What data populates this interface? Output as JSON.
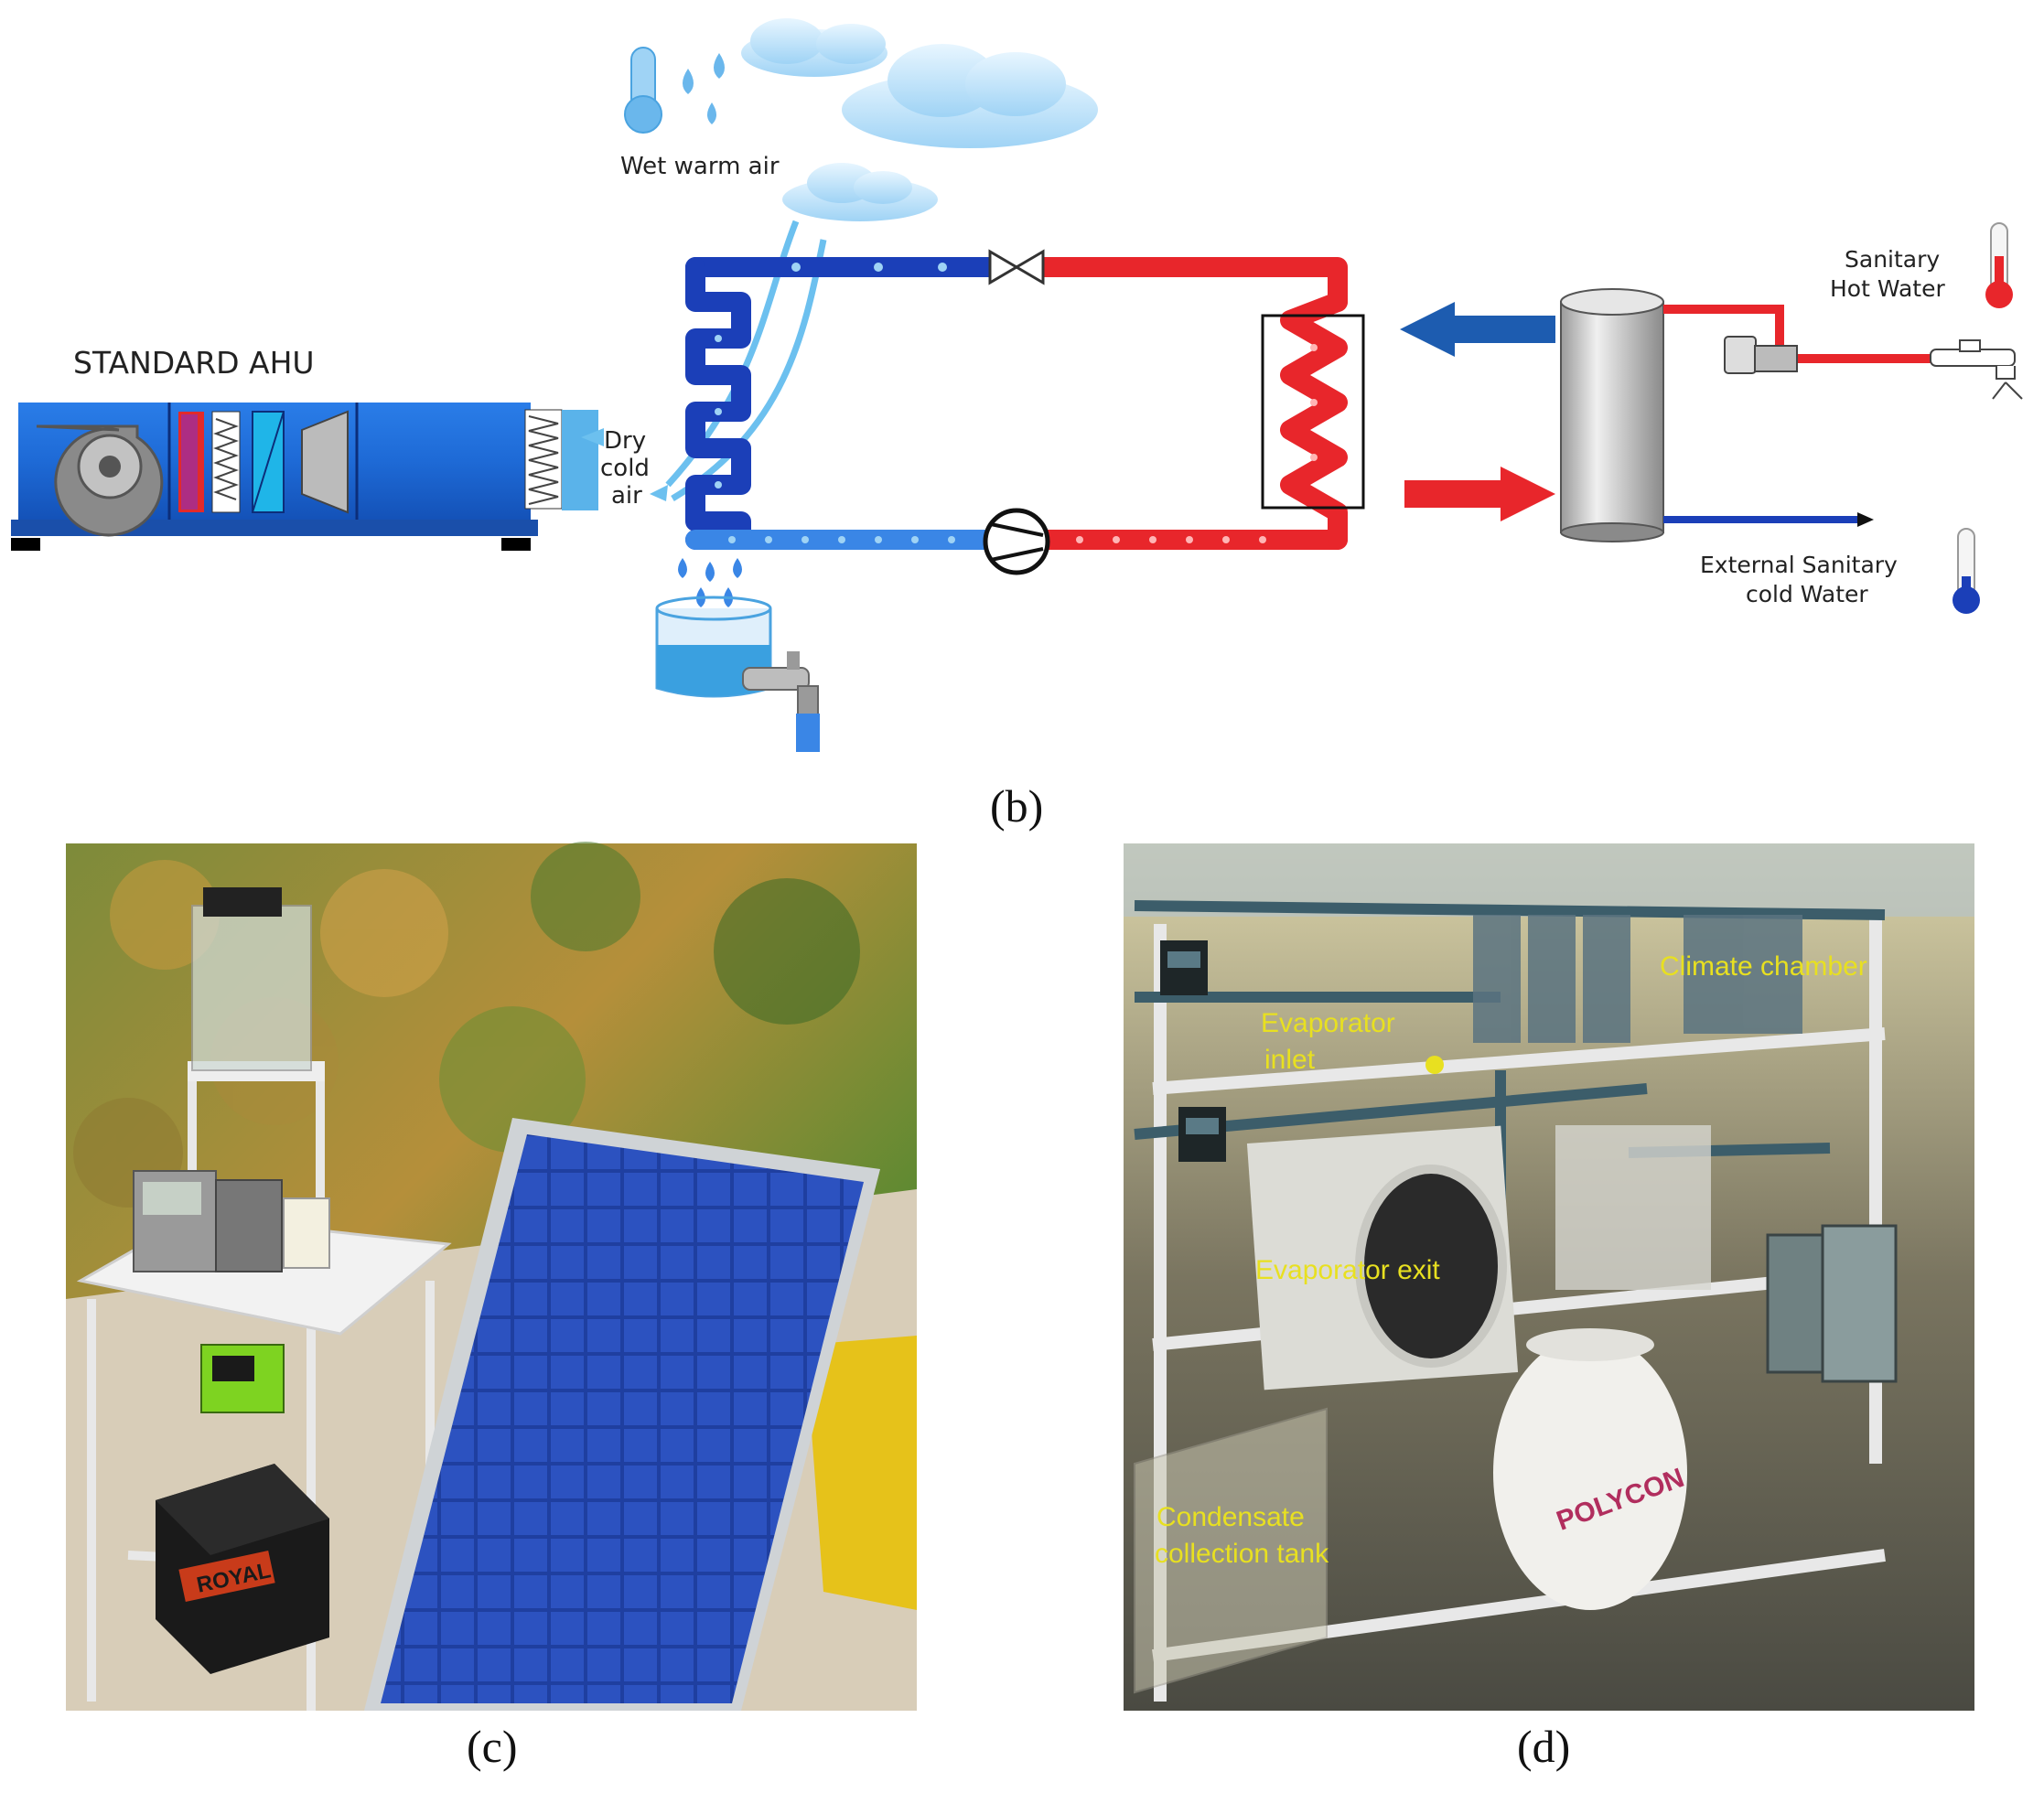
{
  "panel_b": {
    "caption": "(b)",
    "labels": {
      "ahu": "STANDARD AHU",
      "wet_warm_air": "Wet warm air",
      "dry_cold_air_1": "Dry",
      "dry_cold_air_2": "cold",
      "dry_cold_air_3": "air",
      "sanitary_hot_water_1": "Sanitary",
      "sanitary_hot_water_2": "Hot Water",
      "external_cold_water_1": "External Sanitary",
      "external_cold_water_2": "cold Water"
    },
    "colors": {
      "hot": "#e8262b",
      "cold": "#1b3fb8",
      "air": "#4aa3e0",
      "tank": "#c8c8c8"
    }
  },
  "panel_c": {
    "caption": "(c)",
    "battery_brand": "ROYAL"
  },
  "panel_d": {
    "caption": "(d)",
    "labels": {
      "climate_chamber": "Climate chamber",
      "evaporator_inlet_1": "Evaporator",
      "evaporator_inlet_2": "inlet",
      "evaporator_exit": "Evaporator exit",
      "condensate_1": "Condensate",
      "condensate_2": "collection tank"
    },
    "tank_brand": "POLYCON"
  }
}
